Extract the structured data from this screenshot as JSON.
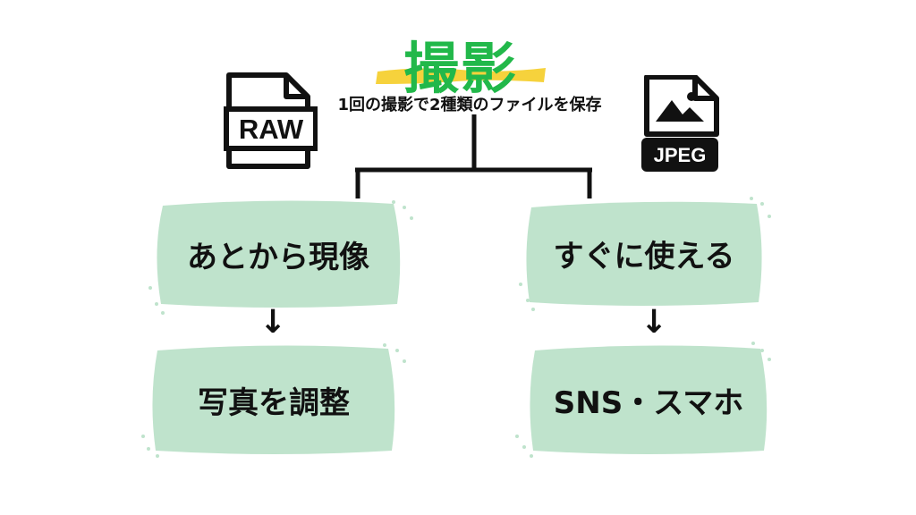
{
  "title": "撮影",
  "subtitle": "1回の撮影で2種類のファイルを保存",
  "icons": {
    "raw": {
      "name": "raw-file-icon",
      "label": "RAW"
    },
    "jpeg": {
      "name": "jpeg-file-icon",
      "label": "JPEG"
    }
  },
  "boxes": {
    "left_top": "あとから現像",
    "left_bottom": "写真を調整",
    "right_top": "すぐに使える",
    "right_bottom": "SNS・スマホ"
  },
  "arrow": "↓",
  "colors": {
    "title": "#22b84a",
    "highlight": "#f6d23c",
    "box_fill": "#bfe3cc",
    "line": "#111111"
  }
}
